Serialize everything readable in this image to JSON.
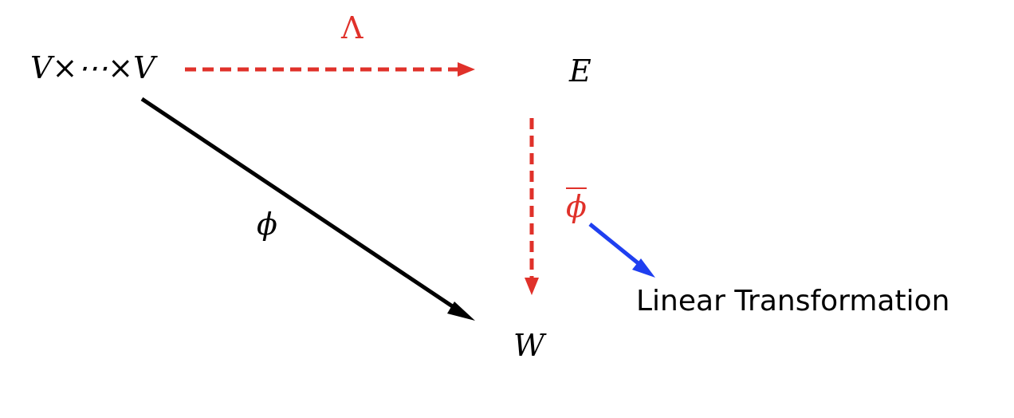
{
  "labels": {
    "domain": "V×⋯×V",
    "E": "E",
    "W": "W",
    "phi": "ϕ",
    "lambda": "Λ",
    "phi_bar": "ϕ",
    "linear_transformation": "Linear Transformation"
  },
  "colors": {
    "red_arrows": "#e0312a",
    "black_arrow": "#000000",
    "blue_arrow": "#1f3ff0"
  }
}
